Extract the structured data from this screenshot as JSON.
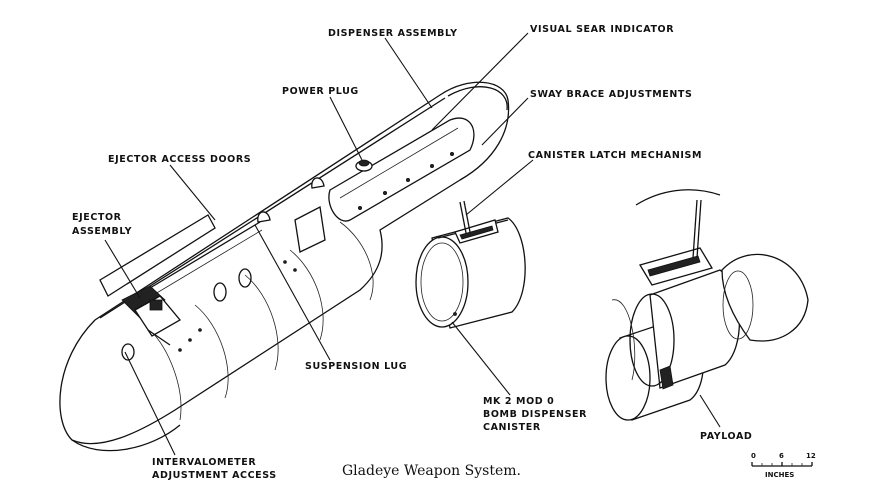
{
  "labels": {
    "dispenser_assembly": "DISPENSER ASSEMBLY",
    "visual_sear_indicator": "VISUAL SEAR INDICATOR",
    "power_plug": "POWER PLUG",
    "sway_brace_adjustments": "SWAY BRACE ADJUSTMENTS",
    "ejector_access_doors": "EJECTOR ACCESS DOORS",
    "canister_latch_mechanism": "CANISTER LATCH MECHANISM",
    "ejector_assembly_line1": "EJECTOR",
    "ejector_assembly_line2": "ASSEMBLY",
    "suspension_lug": "SUSPENSION LUG",
    "canister_line1": "MK 2 MOD 0",
    "canister_line2": "BOMB DISPENSER",
    "canister_line3": "CANISTER",
    "payload": "PAYLOAD",
    "intervalometer_line1": "INTERVALOMETER",
    "intervalometer_line2": "ADJUSTMENT ACCESS"
  },
  "caption": "Gladeye Weapon System.",
  "scale": {
    "ticks": [
      "0",
      "6",
      "12"
    ],
    "unit": "INCHES"
  }
}
